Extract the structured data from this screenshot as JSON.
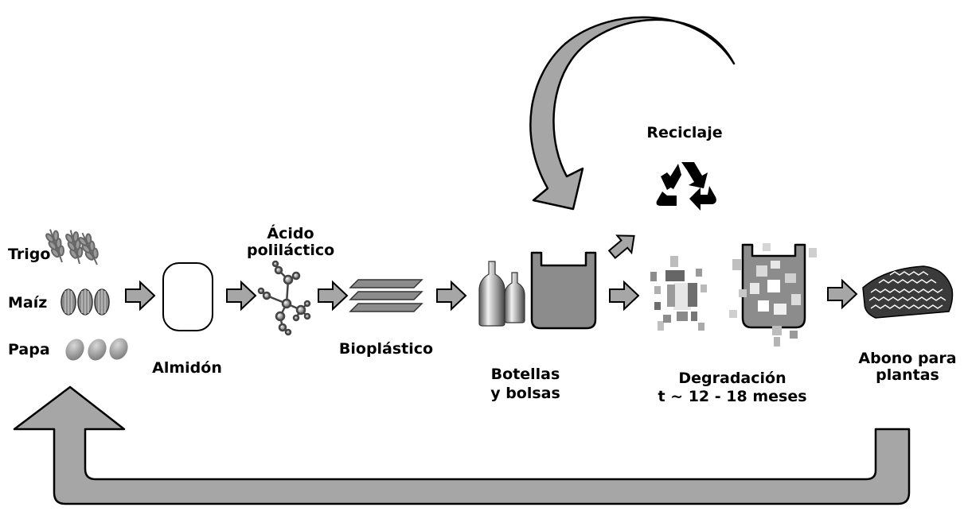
{
  "diagram": {
    "sources": {
      "wheat": "Trigo",
      "corn": "Maíz",
      "potato": "Papa"
    },
    "stages": {
      "starch": "Almidón",
      "acid_line1": "Ácido",
      "acid_line2": "poliláctico",
      "bioplastic": "Bioplástico",
      "products_line1": "Botellas",
      "products_line2": "y bolsas",
      "recycling": "Reciclaje",
      "degradation_line1": "Degradación",
      "degradation_line2": "t ~ 12 - 18 meses",
      "compost_line1": "Abono para",
      "compost_line2": "plantas"
    },
    "colors": {
      "arrow_fill": "#a6a6a6",
      "arrow_stroke": "#000000",
      "shape_gray": "#8c8c8c",
      "background": "#ffffff"
    }
  }
}
